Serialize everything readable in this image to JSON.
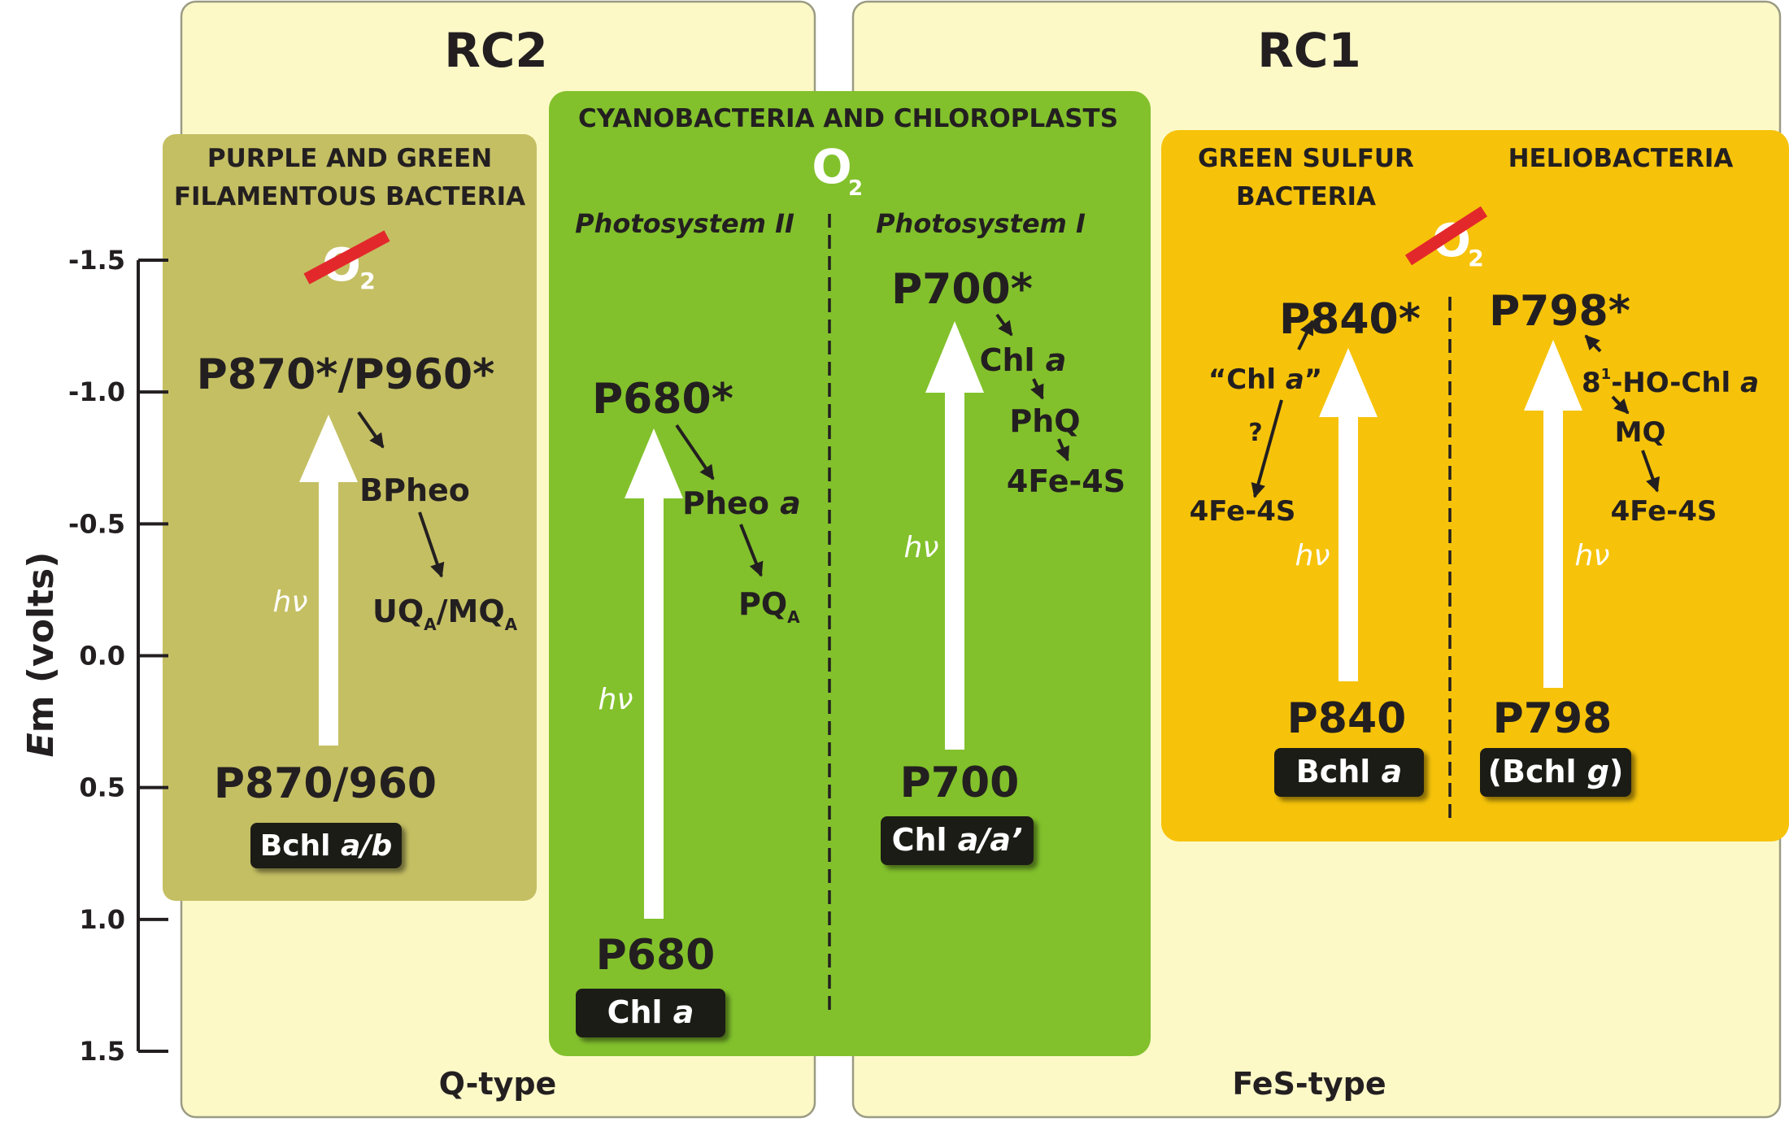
{
  "colors": {
    "rc_panel": "#fdf9c7",
    "rc_border": "#9b9b84",
    "purple_panel": "#c4bf63",
    "cyano_panel": "#82c12c",
    "rc1_bacteria_panel": "#f6c30a",
    "label_box": "#1e1a17",
    "text_dark": "#231f20",
    "arrow_white": "#ffffff",
    "no_o2_slash": "#e3282b"
  },
  "panels": {
    "rc2": {
      "title": "RC2",
      "footer": "Q-type"
    },
    "rc1": {
      "title": "RC1",
      "footer": "FeS-type"
    },
    "purple": {
      "title_line1": "PURPLE AND GREEN",
      "title_line2": "FILAMENTOUS BACTERIA",
      "oxygen": "O",
      "oxygen_sub": "2",
      "excited": "P870*/P960*",
      "acceptor1": "BPheo",
      "acceptor2": "UQ",
      "acceptor2_sub": "A",
      "acceptor2_sep": "/MQ",
      "acceptor2_sub2": "A",
      "light": "hν",
      "ground": "P870/960",
      "pigment_plain": "Bchl ",
      "pigment_italic": "a/b"
    },
    "cyano": {
      "title": "CYANOBACTERIA AND CHLOROPLASTS",
      "oxygen": "O",
      "oxygen_sub": "2",
      "ps2": {
        "label": "Photosystem II",
        "excited": "P680*",
        "acceptor1_plain": "Pheo ",
        "acceptor1_italic": "a",
        "acceptor2": "PQ",
        "acceptor2_sub": "A",
        "light": "hν",
        "ground": "P680",
        "pigment_plain": "Chl ",
        "pigment_italic": "a"
      },
      "ps1": {
        "label": "Photosystem I",
        "excited": "P700*",
        "acceptor1_plain": "Chl ",
        "acceptor1_italic": "a",
        "acceptor2": "PhQ",
        "acceptor3": "4Fe-4S",
        "light": "hν",
        "ground": "P700",
        "pigment_plain": "Chl ",
        "pigment_italic": "a/a’"
      }
    },
    "green_sulfur": {
      "title_line1": "GREEN SULFUR",
      "title_line2": "BACTERIA",
      "excited": "P840*",
      "acceptor1_open": "“Chl ",
      "acceptor1_italic": "a",
      "acceptor1_close": "”",
      "question": "?",
      "acceptor2": "4Fe-4S",
      "light": "hν",
      "ground": "P840",
      "pigment_plain": "Bchl ",
      "pigment_italic": "a"
    },
    "helio": {
      "title": "HELIOBACTERIA",
      "oxygen": "O",
      "oxygen_sub": "2",
      "excited": "P798*",
      "acceptor1_pre": "8",
      "acceptor1_sup": "1",
      "acceptor1_plain": "-HO-Chl ",
      "acceptor1_italic": "a",
      "acceptor2": "MQ",
      "acceptor3": "4Fe-4S",
      "light": "hν",
      "ground": "P798",
      "pigment_open": "(Bchl ",
      "pigment_italic": "g",
      "pigment_close": ")"
    }
  },
  "axis": {
    "label_italic": "E",
    "label_plain": "m (volts)",
    "ticks": [
      "-1.5",
      "-1.0",
      "-0.5",
      "0.0",
      "0.5",
      "1.0",
      "1.5"
    ]
  }
}
